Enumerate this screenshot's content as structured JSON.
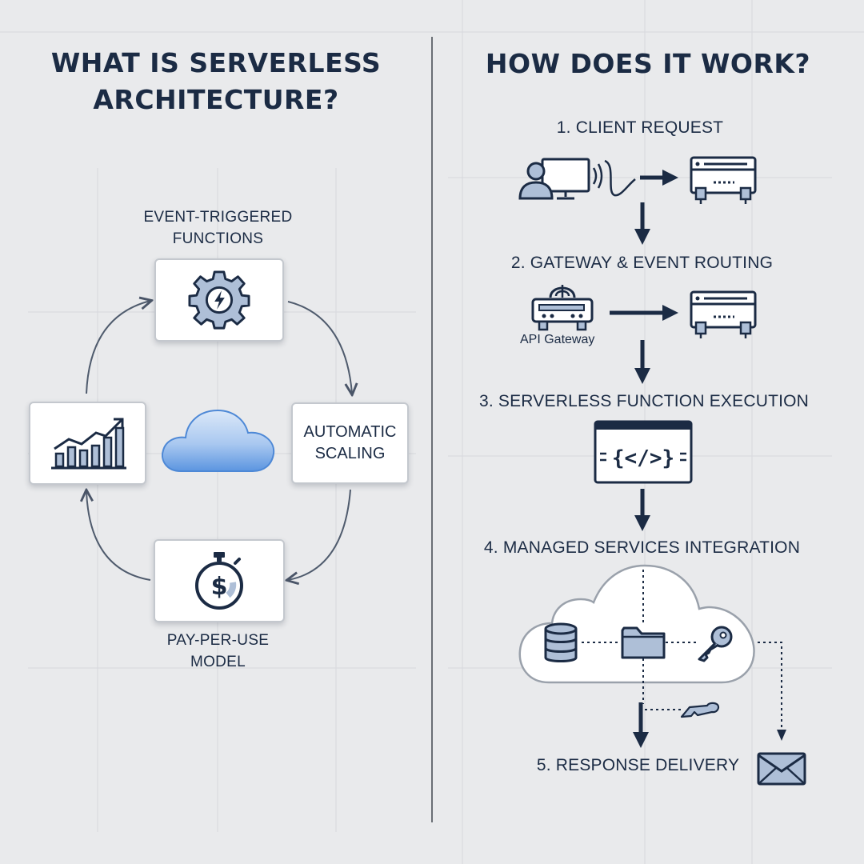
{
  "left": {
    "title_line1": "WHAT IS SERVERLESS",
    "title_line2": "ARCHITECTURE?",
    "top_label_line1": "EVENT-TRIGGERED",
    "top_label_line2": "FUNCTIONS",
    "right_card_line1": "AUTOMATIC",
    "right_card_line2": "SCALING",
    "bottom_label_line1": "PAY-PER-USE",
    "bottom_label_line2": "MODEL",
    "icons": [
      "gear-lightning-icon",
      "growth-chart-icon",
      "cloud-icon",
      "stopwatch-dollar-icon"
    ]
  },
  "right": {
    "title": "HOW DOES IT WORK?",
    "steps": [
      "1. CLIENT REQUEST",
      "2. GATEWAY & EVENT ROUTING",
      "3. SERVERLESS FUNCTION EXECUTION",
      "4. MANAGED SERVICES INTEGRATION",
      "5. RESPONSE DELIVERY"
    ],
    "api_gateway_label": "API Gateway",
    "icons": [
      "user-computer-icon",
      "server-icon",
      "api-gateway-icon",
      "code-window-icon",
      "database-icon",
      "folder-icon",
      "key-icon",
      "envelope-icon"
    ]
  },
  "colors": {
    "background": "#e9eaec",
    "navy": "#1b2b44",
    "icon_fill": "#aebfd7",
    "cloud_blue": "#5b95e0"
  }
}
